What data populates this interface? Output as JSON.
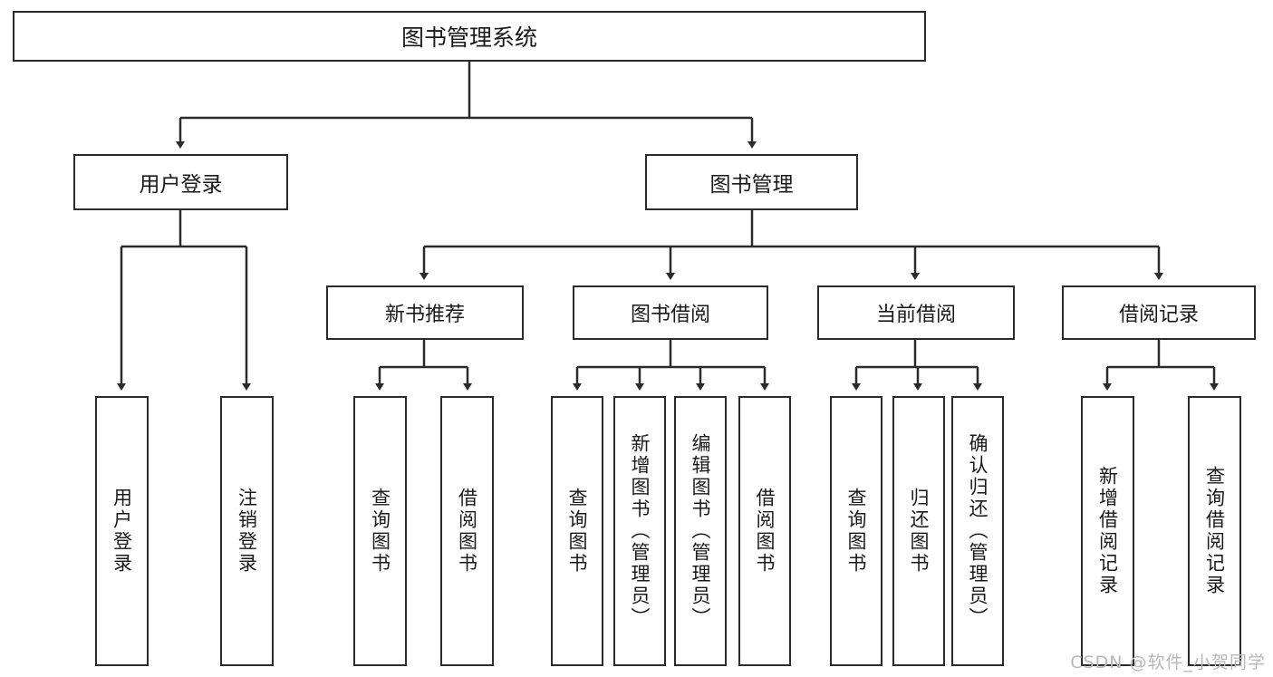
{
  "diagram": {
    "title": "图书管理系统",
    "watermark": "CSDN @软件_小贺同学",
    "type": "tree",
    "accent_color": "#2b2b2b",
    "background_color": "#ffffff",
    "nodes": {
      "root": {
        "label": "图书管理系统"
      },
      "level1": [
        {
          "id": "user-login",
          "label": "用户登录"
        },
        {
          "id": "book-manage",
          "label": "图书管理"
        }
      ],
      "level2": [
        {
          "id": "new-book-recommend",
          "label": "新书推荐"
        },
        {
          "id": "book-borrow",
          "label": "图书借阅"
        },
        {
          "id": "current-borrow",
          "label": "当前借阅"
        },
        {
          "id": "borrow-record",
          "label": "借阅记录"
        }
      ],
      "leaves": {
        "user_login": [
          {
            "id": "leaf-user-login",
            "label": "用户登录"
          },
          {
            "id": "leaf-logout-login",
            "label": "注销登录"
          }
        ],
        "new_book_recommend": [
          {
            "id": "leaf-query-book-1",
            "label": "查询图书"
          },
          {
            "id": "leaf-borrow-book-1",
            "label": "借阅图书"
          }
        ],
        "book_borrow": [
          {
            "id": "leaf-query-book-2",
            "label": "查询图书"
          },
          {
            "id": "leaf-add-book-admin",
            "label": "新增图书（管理员）"
          },
          {
            "id": "leaf-edit-book-admin",
            "label": "编辑图书（管理员）"
          },
          {
            "id": "leaf-borrow-book-2",
            "label": "借阅图书"
          }
        ],
        "current_borrow": [
          {
            "id": "leaf-query-book-3",
            "label": "查询图书"
          },
          {
            "id": "leaf-return-book",
            "label": "归还图书"
          },
          {
            "id": "leaf-confirm-return-admin",
            "label": "确认归还（管理员）"
          }
        ],
        "borrow_record": [
          {
            "id": "leaf-add-borrow-record",
            "label": "新增借阅记录"
          },
          {
            "id": "leaf-query-borrow-record",
            "label": "查询借阅记录"
          }
        ]
      }
    }
  }
}
